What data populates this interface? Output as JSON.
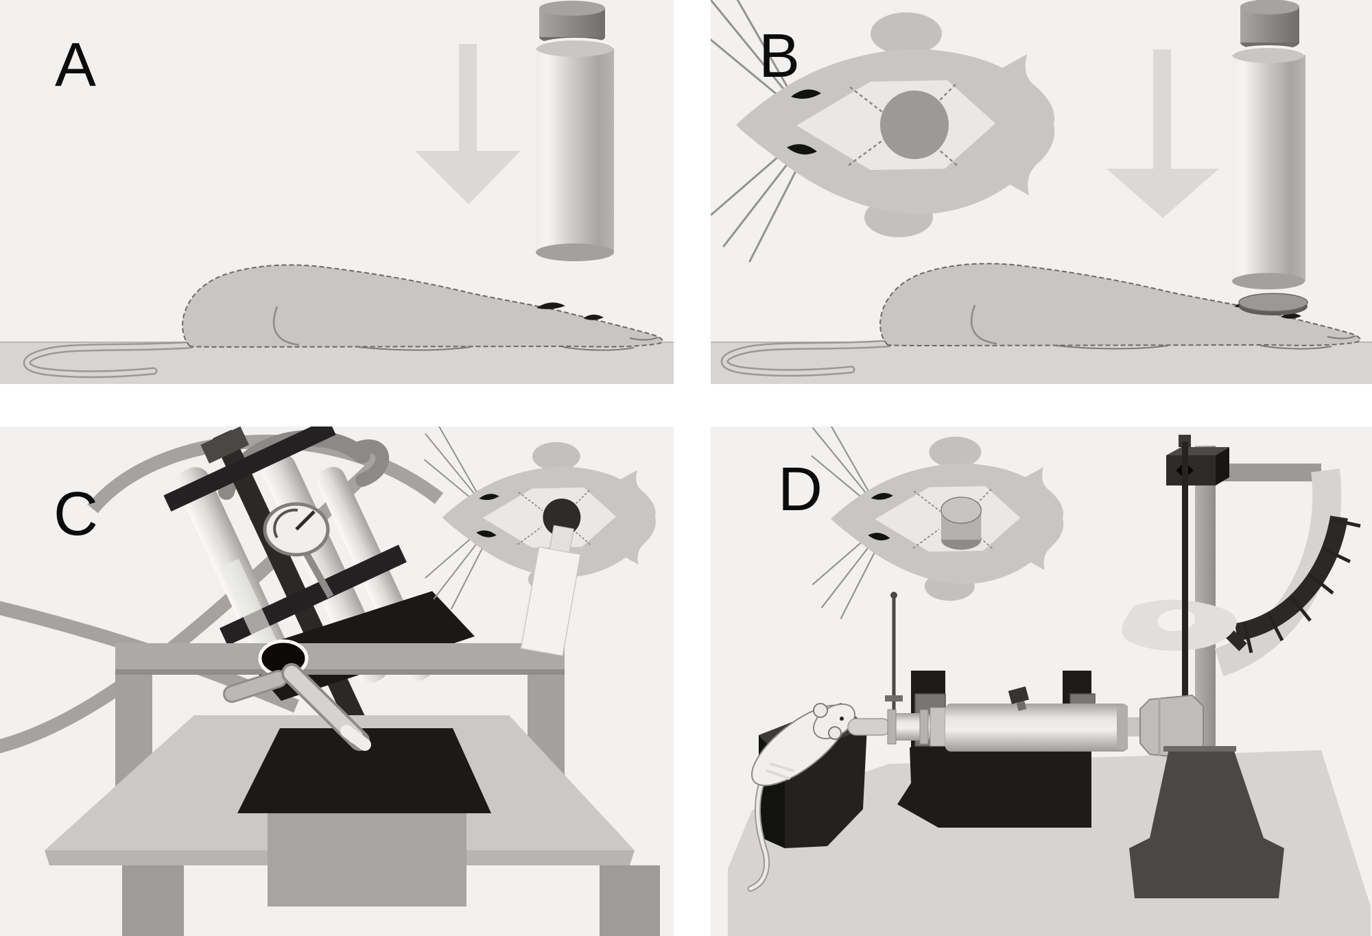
{
  "figure": {
    "type": "four-panel-scientific-illustration",
    "subject": "rodent-brain-injury-models",
    "panels": [
      {
        "id": "panel-a",
        "label": "A",
        "depicts": [
          "anesthetized-rat-side-view",
          "drop-weight",
          "guide-tube",
          "downward-arrow",
          "floor"
        ]
      },
      {
        "id": "panel-b",
        "label": "B",
        "depicts": [
          "rat-head-top-view",
          "craniotomy-disc",
          "anesthetized-rat-side-view-with-skull-disc",
          "drop-weight",
          "guide-tube",
          "downward-arrow",
          "floor"
        ]
      },
      {
        "id": "panel-c",
        "label": "C",
        "depicts": [
          "fluid-percussion-device",
          "pendulum",
          "swing-arcs",
          "pressure-gauge",
          "pivot",
          "fluid-nozzle",
          "support-frame",
          "table",
          "dark-pad",
          "rat-head-top-view-with-cannula-hub"
        ]
      },
      {
        "id": "panel-d",
        "label": "D",
        "depicts": [
          "rat-head-top-view-with-impactor-tip",
          "white-rat-on-block",
          "impactor-cylinder",
          "velocity-pin",
          "support-stand",
          "angle-scale-protractor",
          "platform"
        ]
      }
    ],
    "colors": {
      "page_bg": "#ffffff",
      "panel_bg": "#f2f1ef",
      "ink": "#0c0c0c",
      "light_gray": "#c8c6c4",
      "mid_gray": "#a5a3a1",
      "dark": "#1c1a18",
      "floor": "#d7d5d3"
    }
  }
}
